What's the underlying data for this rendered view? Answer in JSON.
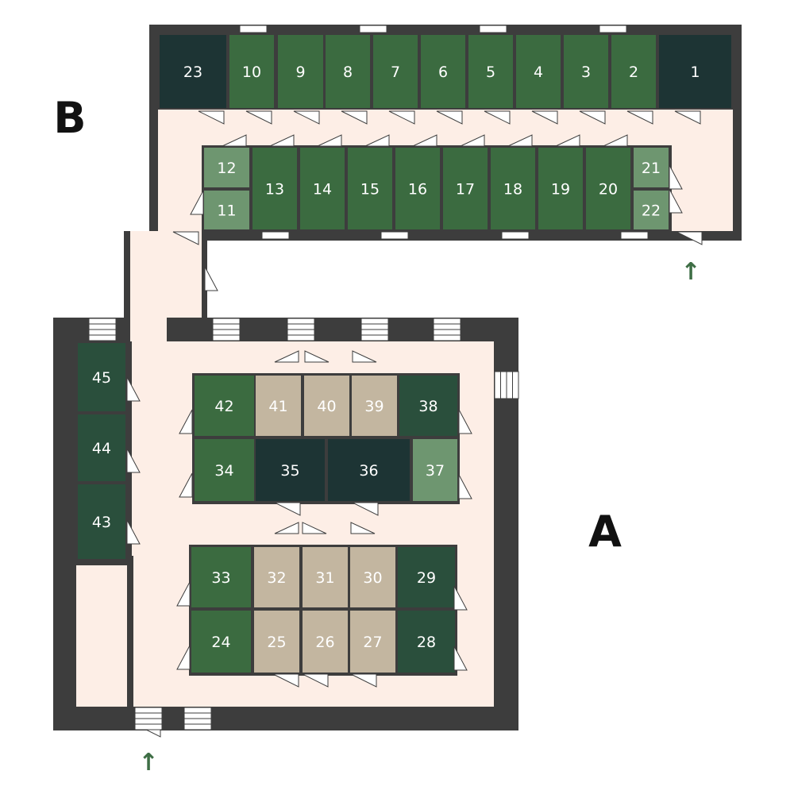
{
  "colors": {
    "wall": "#3d3d3d",
    "floor": "#fdeee6",
    "green": "#3b6b40",
    "dark_green": "#2a4f3c",
    "navy": "#1d3434",
    "light_green": "#6e9670",
    "beige": "#c3b6a0",
    "arrow": "#3e6e45"
  },
  "buildings": {
    "a": "A",
    "b": "B"
  },
  "entrances": {
    "a": "↑",
    "b": "↑"
  },
  "units": {
    "u1": "1",
    "u2": "2",
    "u3": "3",
    "u4": "4",
    "u5": "5",
    "u6": "6",
    "u7": "7",
    "u8": "8",
    "u9": "9",
    "u10": "10",
    "u11": "11",
    "u12": "12",
    "u13": "13",
    "u14": "14",
    "u15": "15",
    "u16": "16",
    "u17": "17",
    "u18": "18",
    "u19": "19",
    "u20": "20",
    "u21": "21",
    "u22": "22",
    "u23": "23",
    "u24": "24",
    "u25": "25",
    "u26": "26",
    "u27": "27",
    "u28": "28",
    "u29": "29",
    "u30": "30",
    "u31": "31",
    "u32": "32",
    "u33": "33",
    "u34": "34",
    "u35": "35",
    "u36": "36",
    "u37": "37",
    "u38": "38",
    "u39": "39",
    "u40": "40",
    "u41": "41",
    "u42": "42",
    "u43": "43",
    "u44": "44",
    "u45": "45"
  },
  "unit_colors": {
    "u1": "navy",
    "u23": "navy",
    "u35": "navy",
    "u36": "navy",
    "u11": "light_green",
    "u12": "light_green",
    "u21": "light_green",
    "u22": "light_green",
    "u37": "light_green",
    "u25": "beige",
    "u26": "beige",
    "u27": "beige",
    "u30": "beige",
    "u31": "beige",
    "u32": "beige",
    "u39": "beige",
    "u40": "beige",
    "u41": "beige",
    "u28": "dark_green",
    "u29": "dark_green",
    "u38": "dark_green",
    "u43": "dark_green",
    "u44": "dark_green",
    "u45": "dark_green",
    "u2": "green",
    "u3": "green",
    "u4": "green",
    "u5": "green",
    "u6": "green",
    "u7": "green",
    "u8": "green",
    "u9": "green",
    "u10": "green",
    "u13": "green",
    "u14": "green",
    "u15": "green",
    "u16": "green",
    "u17": "green",
    "u18": "green",
    "u19": "green",
    "u20": "green",
    "u24": "green",
    "u33": "green",
    "u34": "green",
    "u42": "green"
  }
}
